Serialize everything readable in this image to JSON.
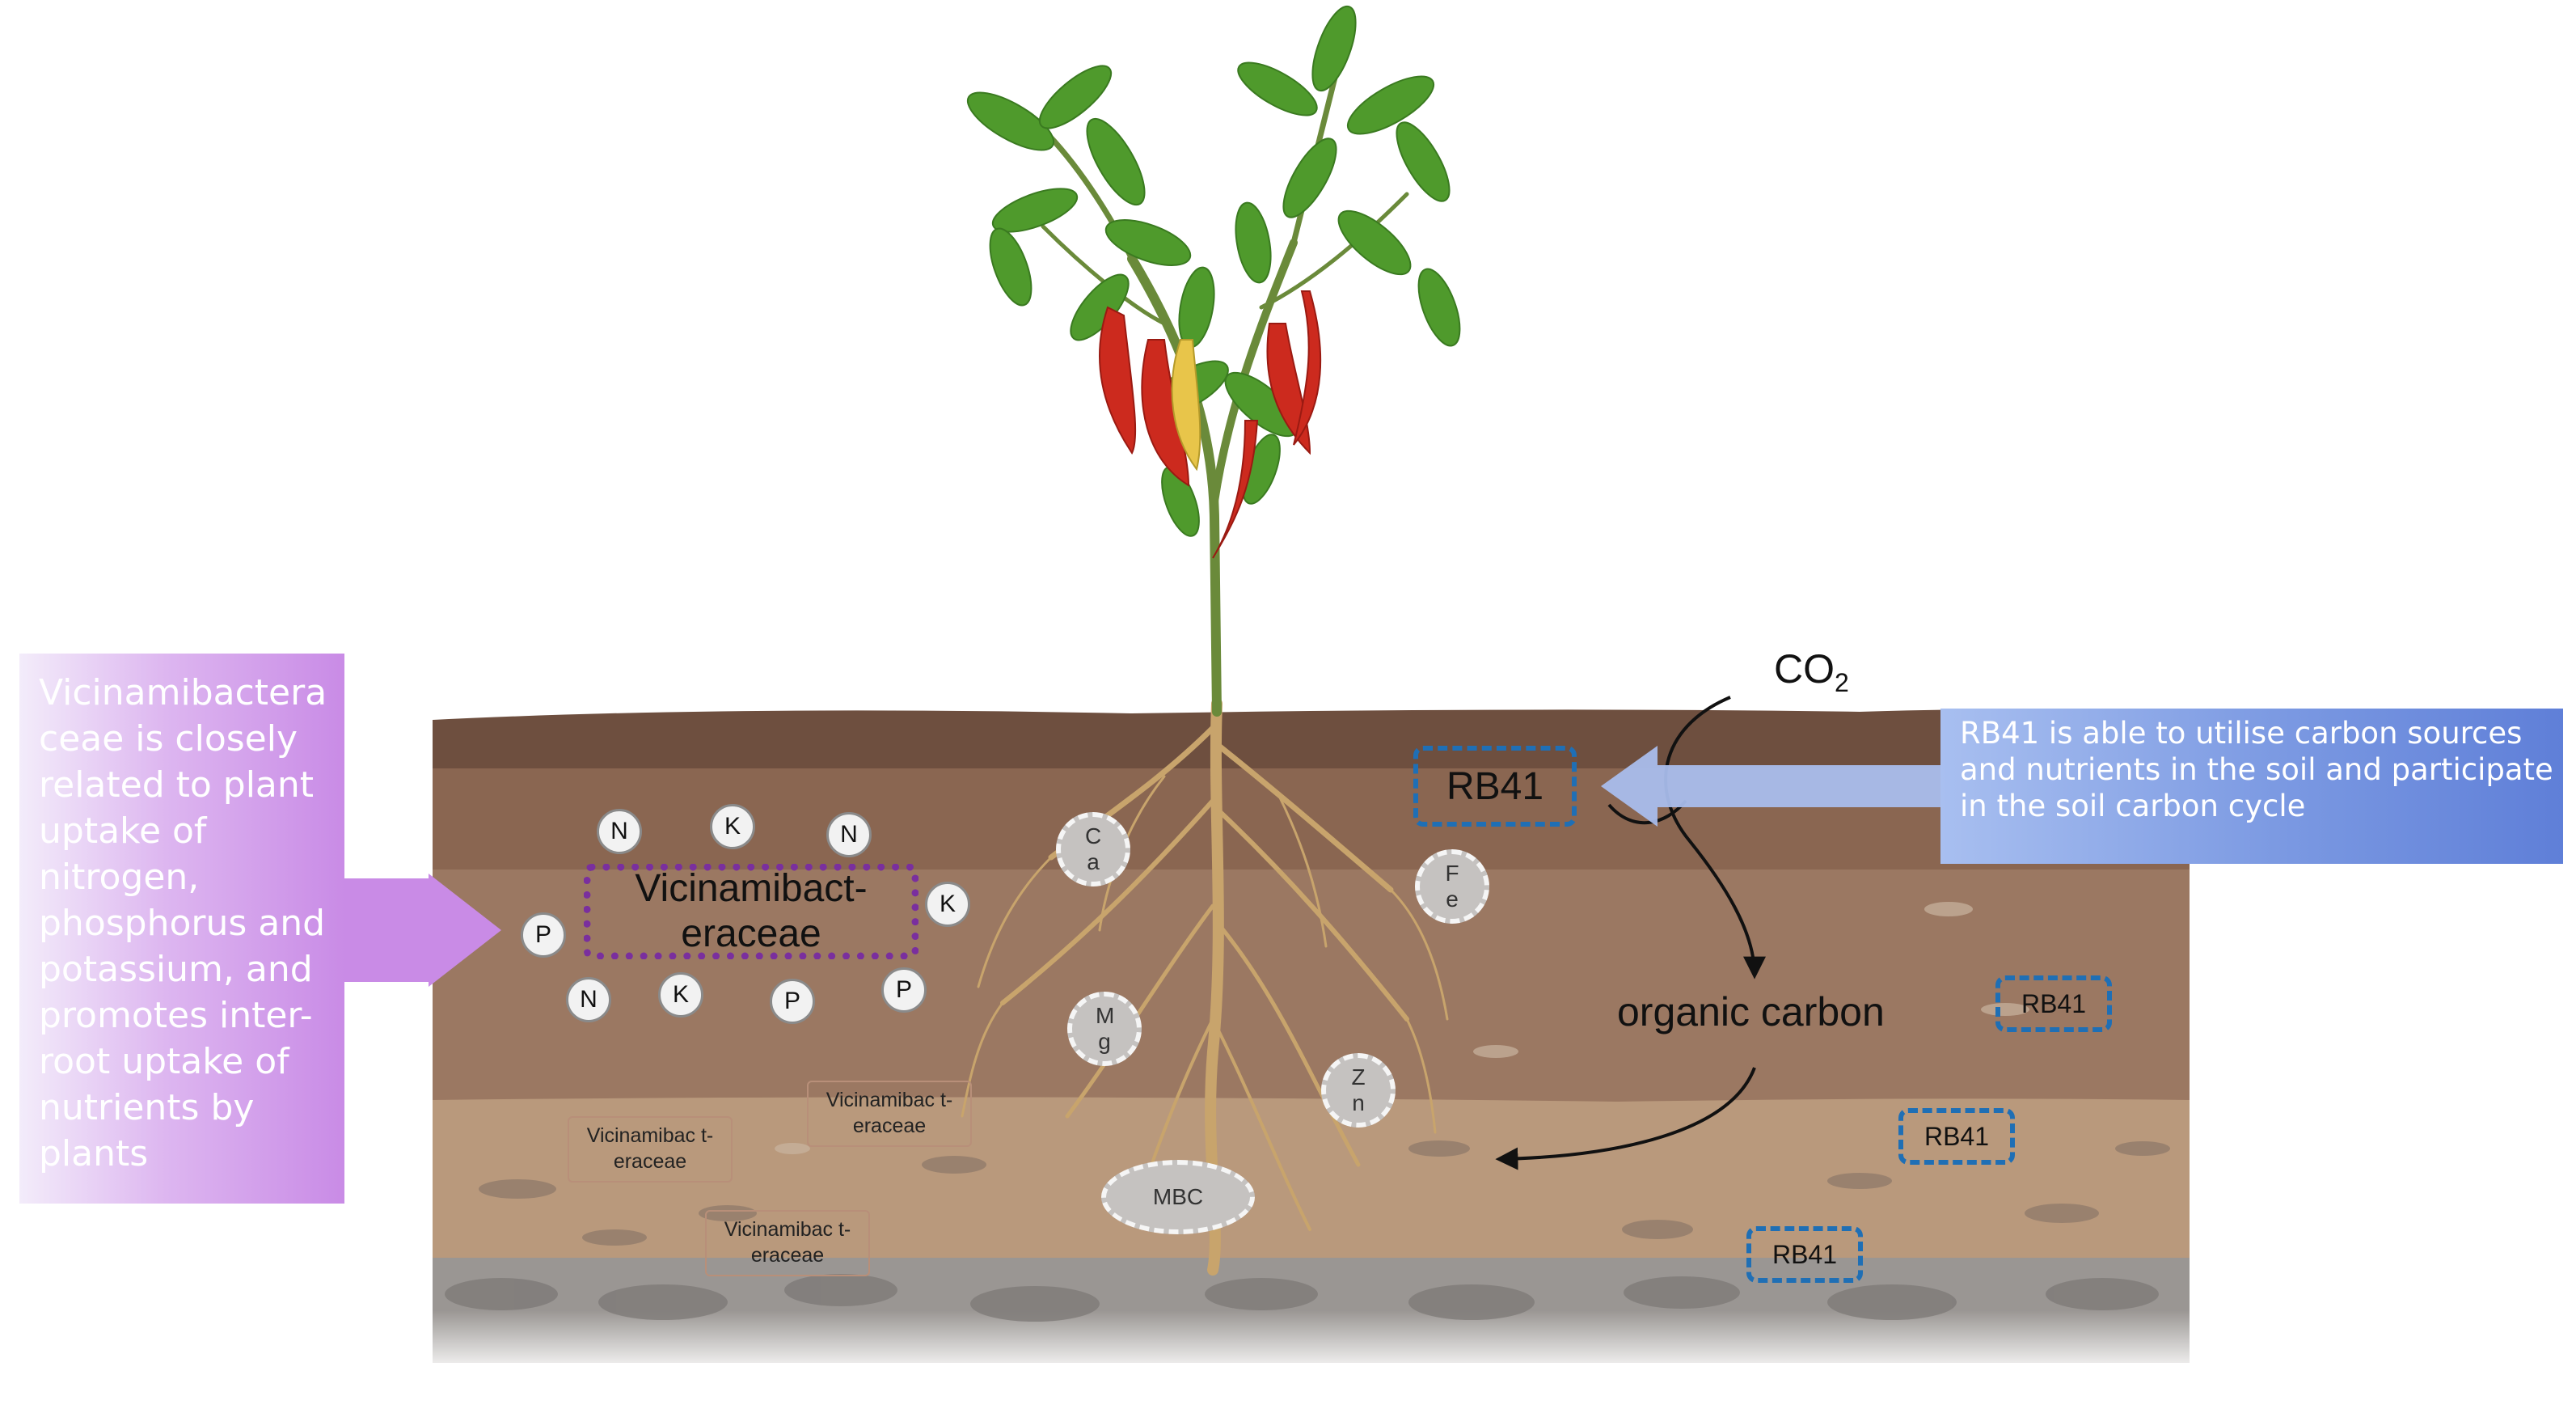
{
  "left_note": {
    "text": "Vicinamibactera ceae is closely related to plant uptake of nitrogen, phosphorus and potassium, and promotes inter-root uptake of nutrients by plants"
  },
  "right_note": {
    "text": "RB41 is able to utilise carbon sources and nutrients in the soil and participate in the soil carbon cycle"
  },
  "co2": {
    "main": "CO",
    "sub": "2"
  },
  "organic_carbon": "organic carbon",
  "rb41_main": "RB41",
  "rb41_others": [
    "RB41",
    "RB41",
    "RB41"
  ],
  "vicinamibact_main": "Vicinamibact-eraceae",
  "vicinamibact_small": [
    "Vicinamibac t-eraceae",
    "Vicinamibac t-eraceae",
    "Vicinamibac t-eraceae"
  ],
  "nutrients": [
    "N",
    "K",
    "N",
    "K",
    "P",
    "N",
    "K",
    "P",
    "P"
  ],
  "minerals": [
    "C a",
    "F e",
    "M g",
    "Z n",
    "MBC"
  ],
  "colors": {
    "left_note": "#c98be6",
    "right_note": "#6f8ddd",
    "rb41_border": "#1f6fb5",
    "vicinamibact_border": "#7a2f9e",
    "soil_top": "#6e4f3f",
    "soil_mid": "#94705a",
    "soil_lower": "#b7997d",
    "root": "#c8a46c",
    "leaf": "#4f9a2c",
    "pepper": "#cc2a1e"
  }
}
